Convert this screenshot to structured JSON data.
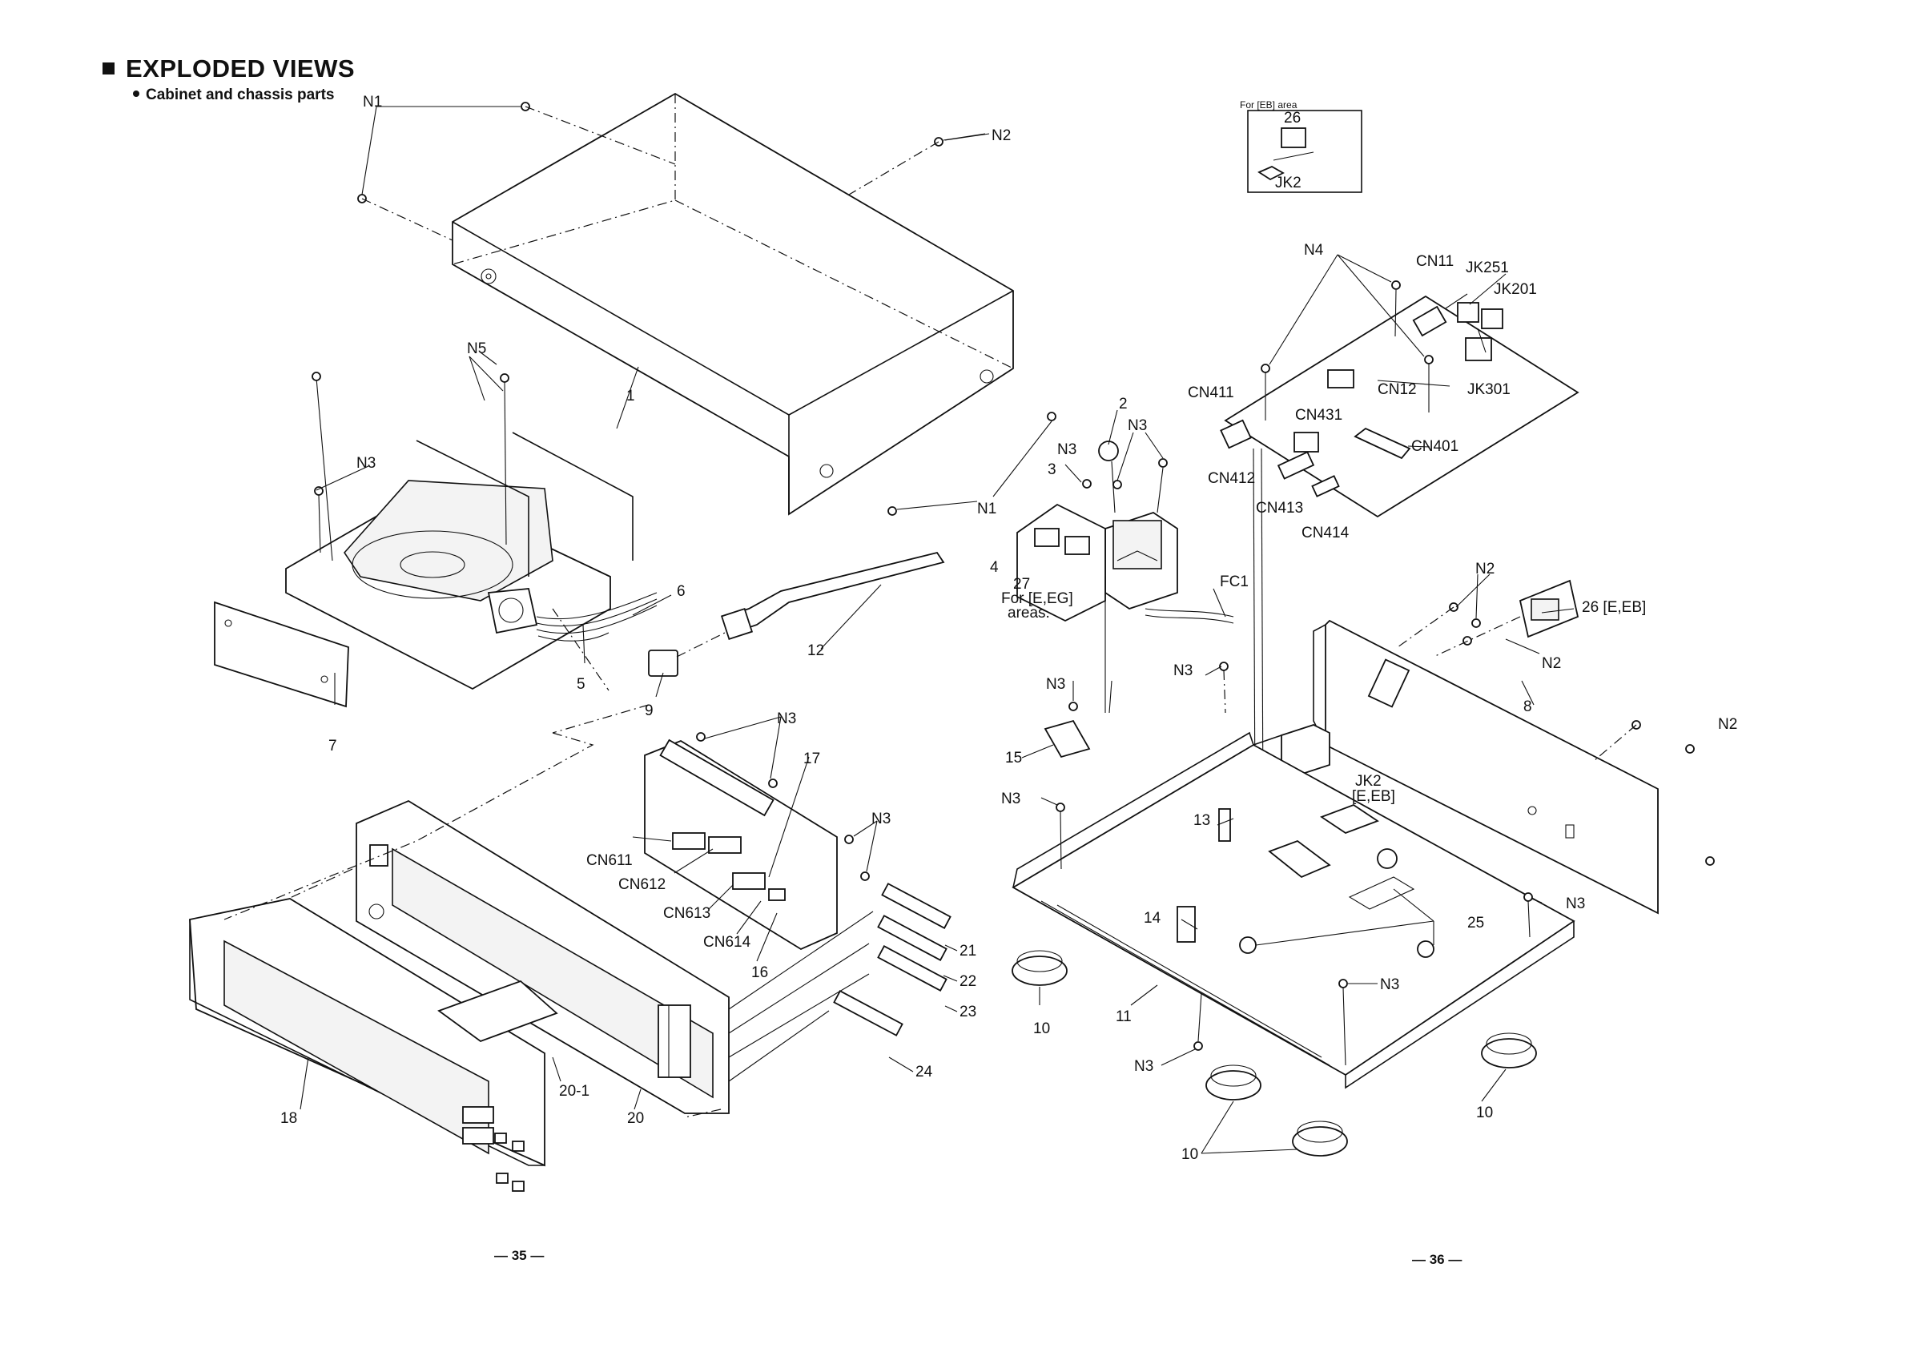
{
  "title": "EXPLODED VIEWS",
  "subtitle": "Cabinet and chassis parts",
  "page_numbers": {
    "left": "— 35 —",
    "right": "— 36 —"
  },
  "inset": {
    "title": "For [EB] area",
    "part": "26",
    "jack": "JK2"
  },
  "regional_note": {
    "line1": "For [E,EG]",
    "line2": "areas."
  },
  "labels": {
    "N1_top": "N1",
    "N2_top": "N2",
    "N5": "N5",
    "N3_mech": "N3",
    "part_1": "1",
    "N1_bottom": "N1",
    "part_6": "6",
    "part_5": "5",
    "part_7": "7",
    "part_9": "9",
    "part_12": "12",
    "part_2": "2",
    "N3_tr_a": "N3",
    "N3_tr_b": "N3",
    "part_3": "3",
    "part_4": "4",
    "part_27": "27",
    "FC1": "FC1",
    "N4": "N4",
    "CN11": "CN11",
    "JK251": "JK251",
    "JK201": "JK201",
    "CN12": "CN12",
    "JK301": "JK301",
    "CN411": "CN411",
    "CN431": "CN431",
    "CN401": "CN401",
    "CN412": "CN412",
    "CN413": "CN413",
    "CN414": "CN414",
    "N2_rear_a": "N2",
    "part_26_reg": "26 [E,EB]",
    "N2_rear_b": "N2",
    "N3_chassis_a": "N3",
    "part_8": "8",
    "N2_rear_c": "N2",
    "JK2_reg_1": "JK2",
    "JK2_reg_2": "[E,EB]",
    "N3_15": "N3",
    "part_15": "15",
    "N3_chassis_b": "N3",
    "part_13": "13",
    "part_14": "14",
    "part_25": "25",
    "N3_right": "N3",
    "N3_mid": "N3",
    "N3_bottom": "N3",
    "part_10_a": "10",
    "part_11": "11",
    "part_10_b": "10",
    "part_10_c": "10",
    "N3_pcb": "N3",
    "part_17": "17",
    "N3_pcb_b": "N3",
    "CN611": "CN611",
    "CN612": "CN612",
    "CN613": "CN613",
    "CN614": "CN614",
    "part_16": "16",
    "part_21": "21",
    "part_22": "22",
    "part_23": "23",
    "part_24": "24",
    "part_18": "18",
    "part_20_1": "20-1",
    "part_20": "20"
  }
}
